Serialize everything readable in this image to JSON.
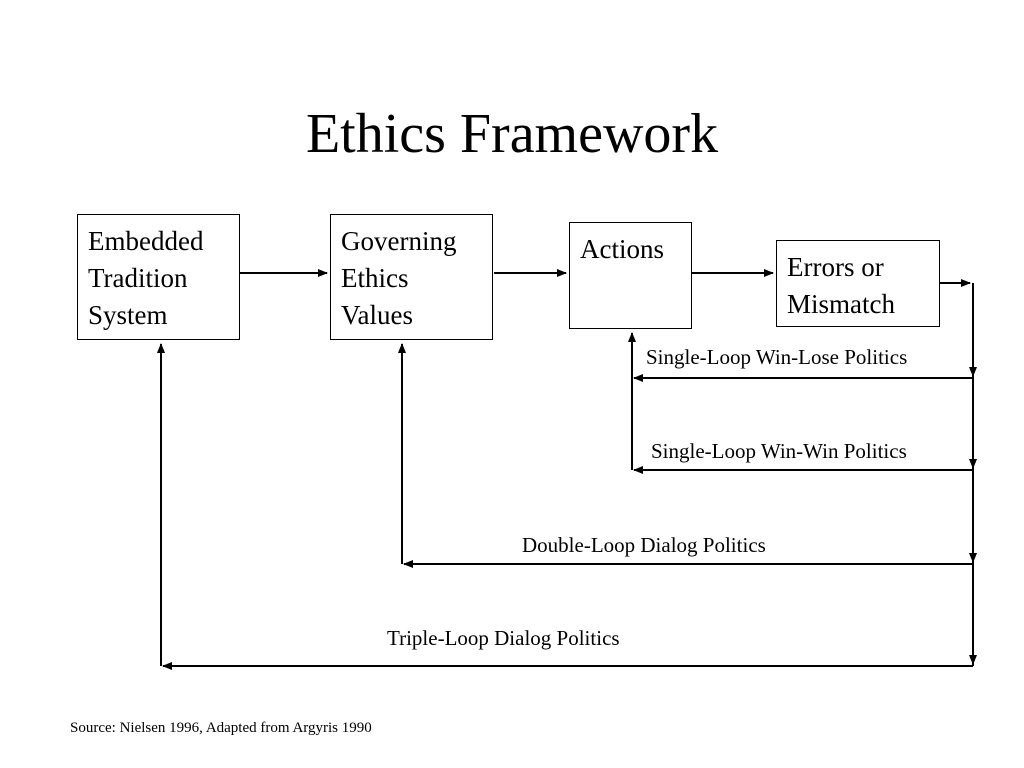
{
  "slide": {
    "title": "Ethics Framework",
    "source": "Source: Nielsen 1996, Adapted from Argyris 1990"
  },
  "boxes": {
    "embedded": "Embedded\nTradition\nSystem",
    "governing": "Governing\nEthics\nValues",
    "actions": "Actions",
    "errors": "Errors or\nMismatch"
  },
  "loops": {
    "single_win_lose": "Single-Loop Win-Lose Politics",
    "single_win_win": "Single-Loop Win-Win Politics",
    "double_dialog": "Double-Loop Dialog Politics",
    "triple_dialog": "Triple-Loop Dialog Politics"
  }
}
